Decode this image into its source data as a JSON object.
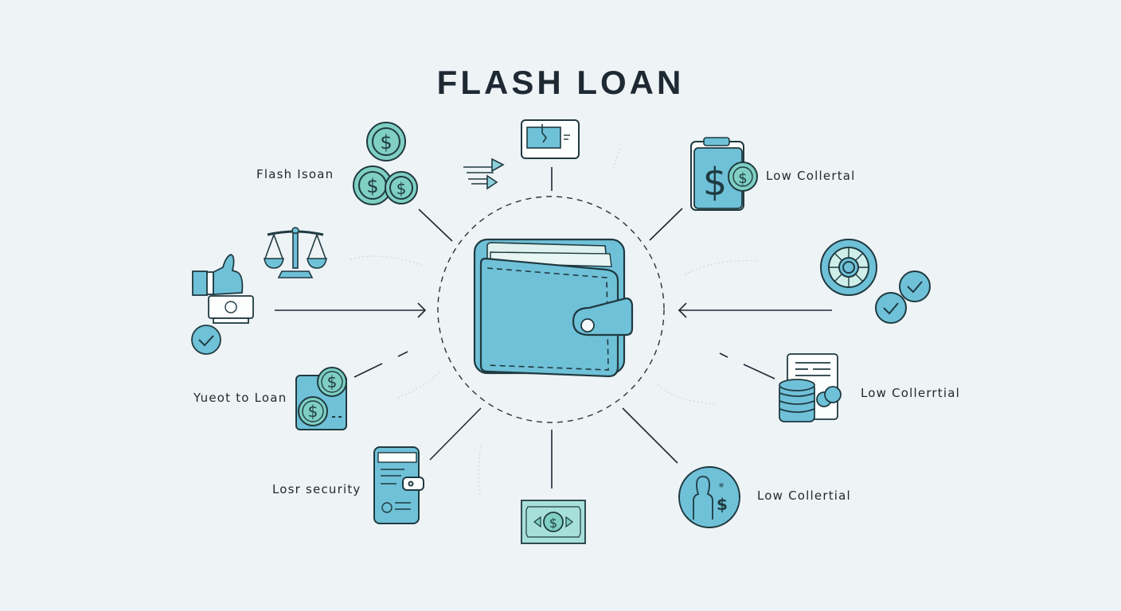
{
  "title": "FLASH LOAN",
  "colors": {
    "background": "#eef3f6",
    "primary_fill": "#6fc1d8",
    "teal_fill": "#7fcfc3",
    "outline": "#1f3a40",
    "text": "#22282e",
    "connector": "#1f2933"
  },
  "center": {
    "icon": "wallet-icon",
    "boundary": "dashed-circle"
  },
  "nodes": [
    {
      "id": "coins",
      "icon": "coins-icon",
      "label": "Flash Isoan",
      "position": "top-left"
    },
    {
      "id": "transfer",
      "icon": "transfer-card-icon",
      "label": "",
      "position": "top"
    },
    {
      "id": "clipboard",
      "icon": "clipboard-dollar-icon",
      "label": "Low Collertal",
      "position": "top-right"
    },
    {
      "id": "scale",
      "icon": "balance-scale-icon",
      "label": "",
      "position": "upper-left"
    },
    {
      "id": "approval",
      "icon": "thumbs-up-approval-icon",
      "label": "",
      "position": "left"
    },
    {
      "id": "vault",
      "icon": "vault-wheel-checks-icon",
      "label": "",
      "position": "right"
    },
    {
      "id": "dollar-card",
      "icon": "dollar-card-icon",
      "label": "Yueot to Loan",
      "position": "lower-left"
    },
    {
      "id": "database",
      "icon": "database-document-icon",
      "label": "Low Collerrtial",
      "position": "lower-right"
    },
    {
      "id": "phone-wallet",
      "icon": "phone-wallet-icon",
      "label": "Losr security",
      "position": "bottom-left"
    },
    {
      "id": "banknote",
      "icon": "banknote-icon",
      "label": "",
      "position": "bottom"
    },
    {
      "id": "person-dollar",
      "icon": "person-dollar-icon",
      "label": "Low Collertial",
      "position": "bottom-right"
    }
  ]
}
